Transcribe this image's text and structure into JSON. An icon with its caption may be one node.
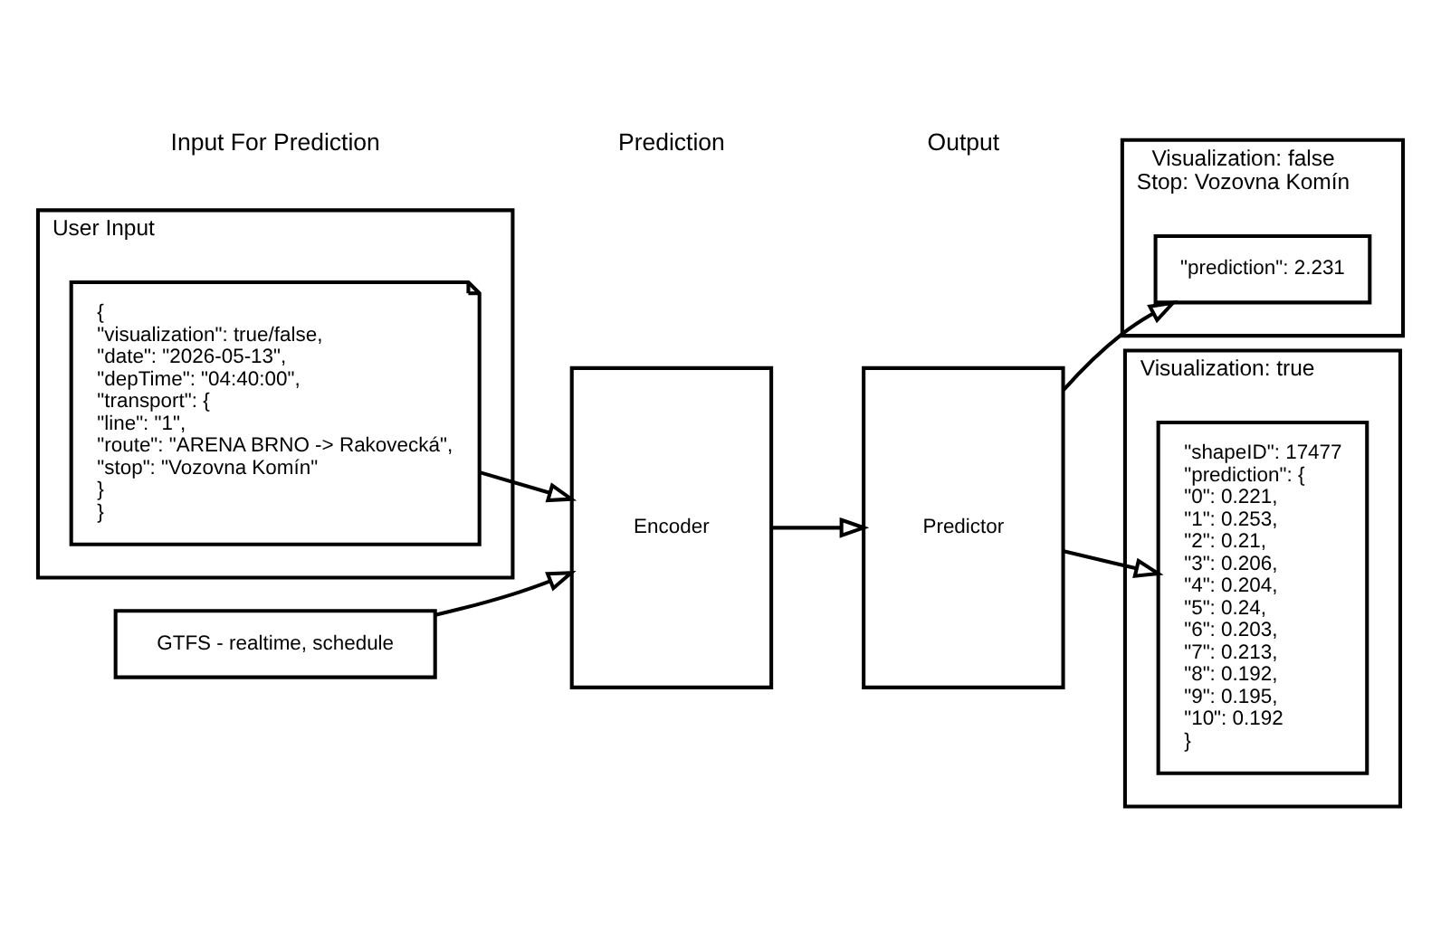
{
  "diagram": {
    "nodes": [
      {
        "text": [
          "User Input"
        ]
      },
      {
        "text": [
          "{",
          "\"visualization\": true/false,",
          "\"date\": \"2026-05-13\",",
          "\"depTime\": \"04:40:00\",",
          "\"transport\": {",
          "\"line\": \"1\",",
          "\"route\": \"ARENA BRNO -> Rakovecká\",",
          "\"stop\": \"Vozovna Komín\"",
          "}",
          "}"
        ],
        "in": 0
      },
      {
        "text": [
          "Encoder"
        ]
      },
      {
        "text": [
          "Predictor"
        ]
      },
      {
        "text": [
          "GTFS - realtime, schedule"
        ]
      },
      {
        "text": [
          "Visualization: false",
          "Stop: Vozovna Komín"
        ]
      },
      {
        "text": [
          "\"prediction\": 2.231"
        ],
        "in": 5
      },
      {
        "text": [
          "Visualization: true"
        ]
      },
      {
        "text": [
          "\"shapeID\": 17477",
          "\"prediction\": {",
          "\"0\": 0.221,",
          "\"1\": 0.253,",
          "\"2\": 0.21,",
          "\"3\": 0.206,",
          "\"4\": 0.204,",
          "\"5\": 0.24,",
          "\"6\": 0.203,",
          "\"7\": 0.213,",
          "\"8\": 0.192,",
          "\"9\": 0.195,",
          "\"10\": 0.192",
          "}"
        ],
        "in": 7
      }
    ],
    "edges": [
      {
        "from": 1,
        "to": 2,
        "arrow": "to"
      },
      {
        "from": 4,
        "to": 2,
        "arrow": "to"
      },
      {
        "from": 2,
        "to": 3,
        "arrow": "to"
      },
      {
        "from": 3,
        "to": 6,
        "arrow": "to"
      },
      {
        "from": 3,
        "to": 8,
        "arrow": "to"
      }
    ],
    "labels": [
      "Input For Prediction",
      "Prediction",
      "Output"
    ]
  }
}
